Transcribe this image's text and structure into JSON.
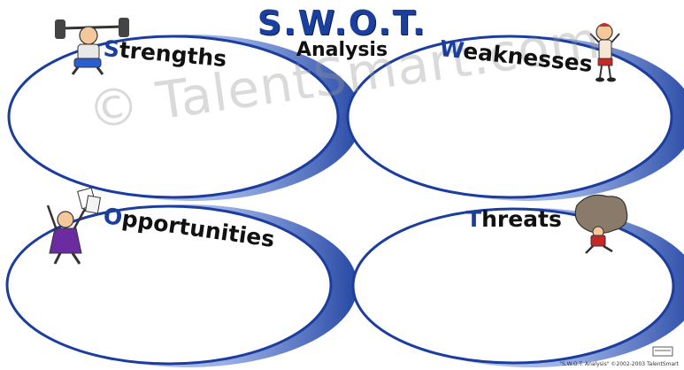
{
  "title": "S.W.O.T.",
  "subtitle": "Analysis",
  "quadrants": {
    "strengths": {
      "first": "S",
      "rest": "trengths"
    },
    "weaknesses": {
      "first": "W",
      "rest": "eaknesses"
    },
    "opportunities": {
      "first": "O",
      "rest": "pportunities"
    },
    "threats": {
      "first": "T",
      "rest": "hreats"
    }
  },
  "watermark": "© TalentSmart.com",
  "footer": "\"S.W.O.T. Analysis\"   ©2002-2003 TalentSmart",
  "colors": {
    "ellipse_blue": "#1b3e9e",
    "title_blue": "#1a3f9c"
  }
}
